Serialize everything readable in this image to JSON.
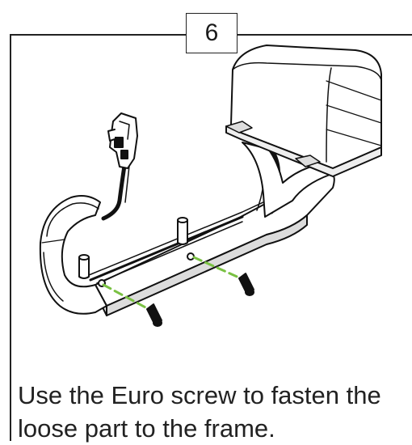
{
  "step": {
    "number": "6"
  },
  "instruction": {
    "line1": "Use the Euro screw to fasten the",
    "line2": "loose part to the frame."
  },
  "colors": {
    "frame": "#222222",
    "outline": "#111111",
    "screw_guide": "#7ac143"
  },
  "illustration": {
    "parts": [
      "bracket",
      "upper-cover",
      "connector-plug",
      "cable",
      "pin",
      "euro-screw"
    ]
  }
}
